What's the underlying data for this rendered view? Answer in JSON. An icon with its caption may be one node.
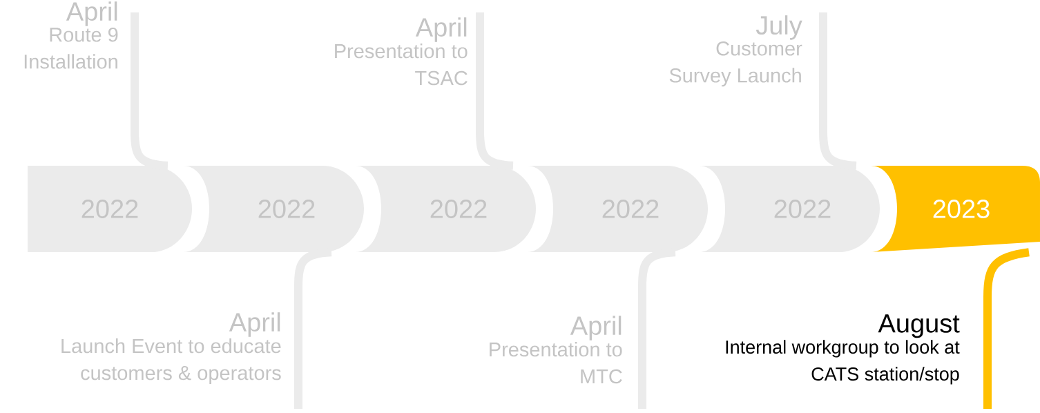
{
  "diagram": {
    "nodes": [
      {
        "text": [
          "2022"
        ]
      },
      {
        "text": [
          "2022"
        ]
      },
      {
        "text": [
          "2022"
        ]
      },
      {
        "text": [
          "2022"
        ]
      },
      {
        "text": [
          "2022"
        ]
      },
      {
        "text": [
          "2023"
        ]
      },
      {
        "text": [
          "April",
          "Route 9 Installation"
        ]
      },
      {
        "text": [
          "April",
          "Presentation to TSAC"
        ]
      },
      {
        "text": [
          "July",
          "Customer Survey Launch"
        ]
      },
      {
        "text": [
          "April",
          "Launch Event to educate customers & operators"
        ]
      },
      {
        "text": [
          "April",
          "Presentation to MTC"
        ]
      },
      {
        "text": [
          "August",
          "Internal workgroup to look at CATS station/stop"
        ]
      }
    ],
    "edges": [
      {
        "from": 0,
        "to": 6,
        "arrow": "none"
      },
      {
        "from": 1,
        "to": 9,
        "arrow": "none"
      },
      {
        "from": 2,
        "to": 7,
        "arrow": "none"
      },
      {
        "from": 3,
        "to": 10,
        "arrow": "none"
      },
      {
        "from": 4,
        "to": 8,
        "arrow": "none"
      },
      {
        "from": 5,
        "to": 11,
        "arrow": "none",
        "color": "#ffc000"
      }
    ]
  }
}
